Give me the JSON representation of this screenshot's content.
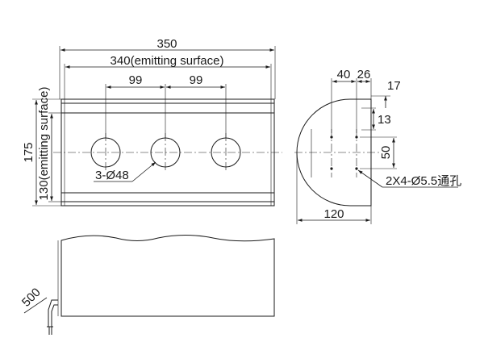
{
  "dimensions": {
    "overall_length": "350",
    "emitting_length": "340(emitting surface)",
    "hole_pitch_left": "99",
    "hole_pitch_right": "99",
    "overall_height": "175",
    "emitting_height": "130(emitting surface)",
    "hole_callout": "3-Ø48",
    "side_40": "40",
    "side_26": "26",
    "side_17": "17",
    "side_13": "13",
    "side_50": "50",
    "side_width": "120",
    "mount_holes": "2X4-Ø5.5通孔",
    "cable_length": "500"
  },
  "colors": {
    "line": "#1a1a1a",
    "background": "#ffffff"
  }
}
